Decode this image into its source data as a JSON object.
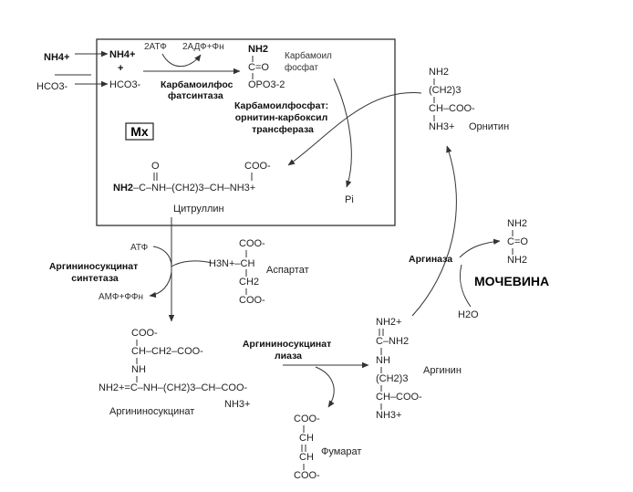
{
  "inputs": {
    "nh4": "NH4+",
    "hco3": "HCO3-"
  },
  "mito": {
    "label": "Mx",
    "nh4": "NH4+",
    "plus": "+",
    "hco3": "HCO3-",
    "atp_in": "2АТФ",
    "adp_out": "2АДФ+Фн",
    "enzyme1": [
      "Карбамоилфос",
      "фатсинтаза"
    ],
    "carbamoyl_nh2": "NH2",
    "carbamoyl_c": "C=O",
    "carbamoyl_o": "OPO3-2",
    "carbamoyl_name": [
      "Карбамоил",
      "фосфат"
    ],
    "enzyme2": [
      "Карбамоилфосфат:",
      "орнитин-карбоксил",
      "трансфераза"
    ],
    "citrulline_formula": {
      "nh2": "NH2",
      "chain": "–C–NH–(CH2)3–CH–NH3+",
      "o": "O",
      "coo": "COO-"
    },
    "citrulline": "Цитруллин",
    "pi": "Pi"
  },
  "ornithine": {
    "lines": [
      "NH2",
      "(CH2)3",
      "CH–COO-",
      "NH3+"
    ],
    "name": "Орнитин"
  },
  "step3": {
    "atp": "АТФ",
    "enzyme": [
      "Аргининосукцинат",
      "синтетаза"
    ],
    "amp": "АМФ+ФФн"
  },
  "aspartate": {
    "lines": [
      "COO-",
      "H3N+–CH",
      "CH2",
      "COO-"
    ],
    "name": "Аспартат"
  },
  "argininosuccinate": {
    "lines": [
      "COO-",
      "CH–CH2–COO-",
      "NH",
      "NH2+=C–NH–(CH2)3–CH–COO-",
      "NH3+"
    ],
    "name": "Аргининосукцинат"
  },
  "step4": {
    "enzyme": [
      "Аргининосукцинат",
      "лиаза"
    ]
  },
  "fumarate": {
    "lines": [
      "COO-",
      "CH",
      "CH",
      "COO-"
    ],
    "name": "Фумарат"
  },
  "arginine": {
    "lines": [
      "NH2+",
      "C–NH2",
      "NH",
      "(CH2)3",
      "CH–COO-",
      "NH3+"
    ],
    "name": "Аргинин"
  },
  "step5": {
    "enzyme": "Аргиназа",
    "water": "H2O"
  },
  "urea": {
    "lines": [
      "NH2",
      "C=O",
      "NH2"
    ],
    "name": "МОЧЕВИНА"
  }
}
